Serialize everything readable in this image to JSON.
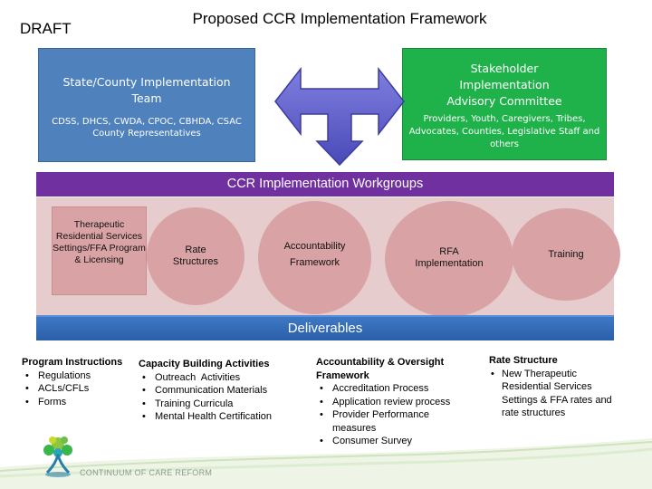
{
  "header": {
    "draft": "DRAFT",
    "title": "Proposed CCR Implementation Framework"
  },
  "state_team": {
    "title_line1": "State/County Implementation",
    "title_line2": "Team",
    "sub_line1": "CDSS, DHCS, CWDA, CPOC, CBHDA, CSAC",
    "sub_line2": "County Representatives",
    "color": "#4f81bd"
  },
  "stakeholder": {
    "title_line1": "Stakeholder",
    "title_line2": "Implementation",
    "title_line3": "Advisory Committee",
    "sub_line1": "Providers, Youth, Caregivers, Tribes,",
    "sub_line2": "Advocates, Counties, Legislative Staff and",
    "sub_line3": "others",
    "color": "#1fb24a"
  },
  "arrow_icon": "t-shaped-double-arrow-icon",
  "workgroups": {
    "title": "CCR Implementation Workgroups",
    "items": [
      "Therapeutic Residential Services Settings/FFA Program & Licensing",
      "Rate Structures",
      "Accountability Framework",
      "RFA Implementation",
      "Training"
    ],
    "color": "#7030a0"
  },
  "deliverables": {
    "title": "Deliverables",
    "columns": [
      {
        "heading": "Program Instructions",
        "items": [
          "Regulations",
          "ACLs/CFLs",
          "Forms"
        ]
      },
      {
        "heading": "Capacity Building Activities",
        "items": [
          "Outreach  Activities",
          "Communication Materials",
          "Training Curricula",
          "Mental Health Certification"
        ]
      },
      {
        "heading": "Accountability & Oversight Framework",
        "items": [
          "Accreditation Process",
          "Application review process",
          "Provider Performance measures",
          "Consumer Survey"
        ]
      },
      {
        "heading": "Rate Structure",
        "items": [
          "New Therapeutic Residential Services Settings & FFA rates and rate structures"
        ]
      }
    ]
  },
  "footer": {
    "text": "CONTINUUM OF CARE REFORM",
    "logo_icon": "tree-logo-icon"
  }
}
